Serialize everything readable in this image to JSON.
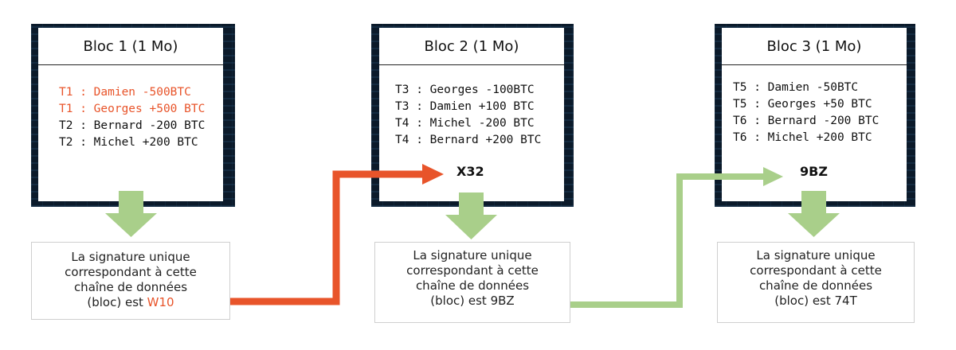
{
  "blocks": [
    {
      "title": "Bloc 1 (1 Mo)",
      "transactions": [
        "T1 : Damien -500BTC",
        "T1 : Georges +500 BTC",
        "T2 : Bernard -200 BTC",
        "T2 : Michel +200 BTC"
      ],
      "signature_lines": [
        "La signature unique",
        "correspondant à cette",
        "chaîne de données",
        "(bloc) est "
      ],
      "signature_code": "W10"
    },
    {
      "title": "Bloc 2 (1 Mo)",
      "transactions": [
        "T3 : Georges -100BTC",
        "T3 : Damien +100 BTC",
        "T4 : Michel -200 BTC",
        "T4 : Bernard +200 BTC"
      ],
      "prev_code": "X32",
      "signature_lines": [
        "La signature unique",
        "correspondant à cette",
        "chaîne de données",
        "(bloc) est 9BZ"
      ]
    },
    {
      "title": "Bloc 3 (1 Mo)",
      "transactions": [
        "T5 : Damien -50BTC",
        "T5 : Georges +50 BTC",
        "T6 : Bernard -200 BTC",
        "T6 : Michel +200 BTC"
      ],
      "prev_code": "9BZ",
      "signature_lines": [
        "La signature unique",
        "correspondant à cette",
        "chaîne de données",
        "(bloc) est 74T"
      ]
    }
  ],
  "colors": {
    "highlight": "#e8542a",
    "green_arrow": "#a9cf8a",
    "frame": "#0b1a2a"
  }
}
